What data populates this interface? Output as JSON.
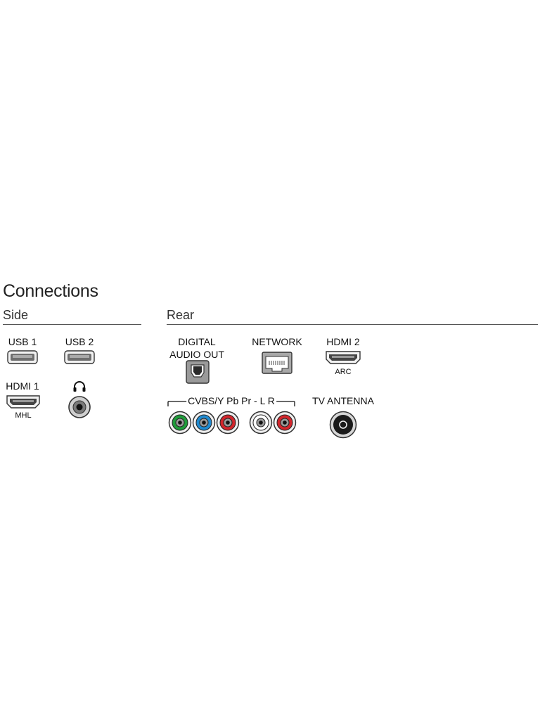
{
  "title": "Connections",
  "side": {
    "heading": "Side",
    "usb1": "USB 1",
    "usb2": "USB 2",
    "hdmi1": "HDMI 1",
    "hdmi1_sub": "MHL"
  },
  "rear": {
    "heading": "Rear",
    "digital_audio_out_line1": "DIGITAL",
    "digital_audio_out_line2": "AUDIO OUT",
    "network": "NETWORK",
    "hdmi2": "HDMI 2",
    "hdmi2_sub": "ARC",
    "cvbs_label": "CVBS/Y Pb Pr - L R",
    "tv_antenna": "TV ANTENNA"
  },
  "colors": {
    "green": "#1f9b3a",
    "blue": "#1f8ad0",
    "red": "#d2262c",
    "white": "#ffffff"
  }
}
